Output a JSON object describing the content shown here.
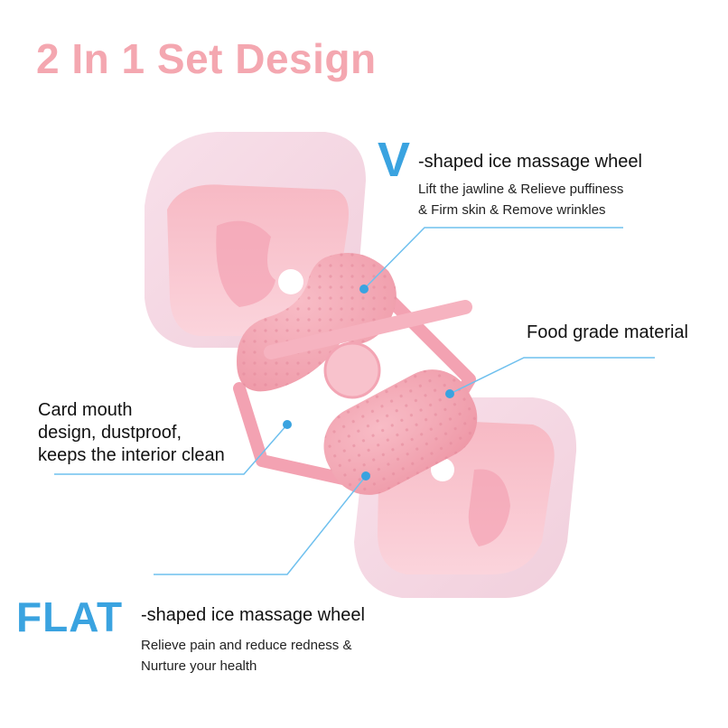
{
  "title": "2 In 1 Set Design",
  "v_section": {
    "letter": "V",
    "heading": "-shaped ice massage wheel",
    "desc_lines": [
      "Lift the jawline & Relieve puffiness",
      "& Firm skin & Remove wrinkles"
    ]
  },
  "food_label": "Food grade material",
  "card_lines": [
    "Card mouth",
    "design, dustproof,",
    "keeps the interior clean"
  ],
  "flat_section": {
    "word": "FLAT",
    "heading": "-shaped ice massage wheel",
    "desc_lines": [
      "Relieve pain and reduce redness &",
      "Nurture your health"
    ]
  },
  "colors": {
    "title_pink": "#f4a7b0",
    "accent_blue": "#3aa3e0",
    "product_pink": "#f2a6b4",
    "case_pink": "#f7d9e3"
  }
}
